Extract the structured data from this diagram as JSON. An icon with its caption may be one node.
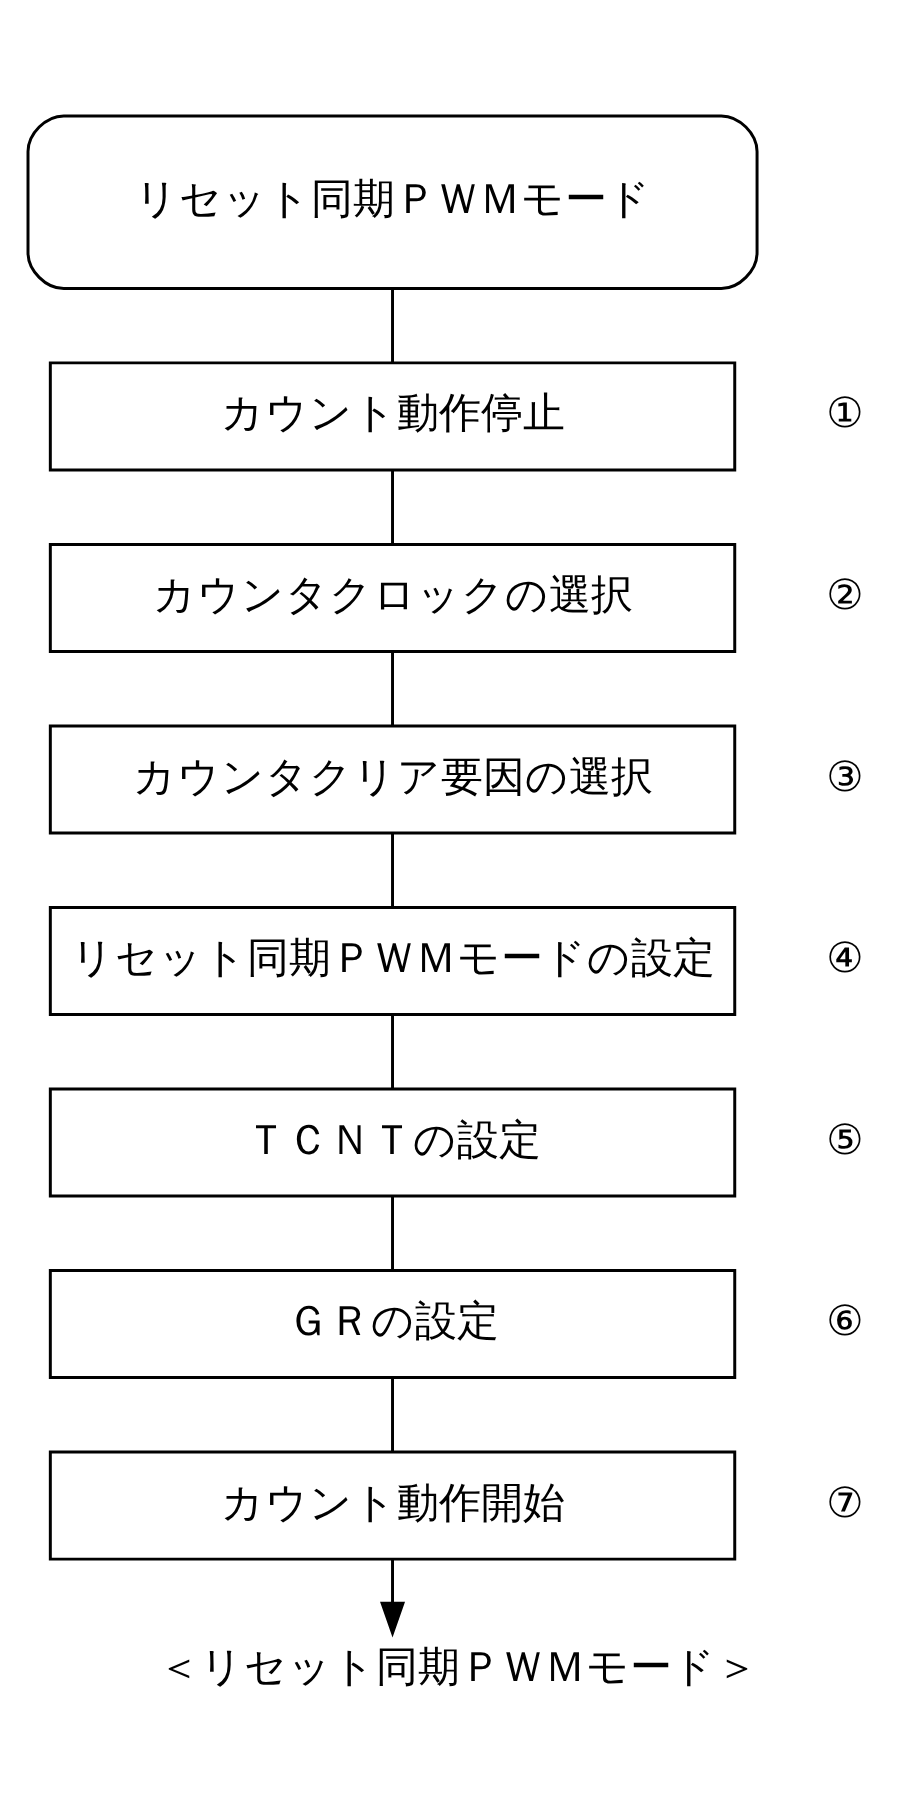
{
  "diagram": {
    "caption": "＜リセット同期ＰＷＭモード＞",
    "nodes": [
      {
        "text": [
          "リセット同期ＰＷＭモード"
        ]
      },
      {
        "text": [
          "カウント動作停止"
        ],
        "beside": [
          "①"
        ]
      },
      {
        "text": [
          "カウンタクロックの選択"
        ],
        "beside": [
          "②"
        ]
      },
      {
        "text": [
          "カウンタクリア要因の選択"
        ],
        "beside": [
          "③"
        ]
      },
      {
        "text": [
          "リセット同期ＰＷＭモードの設定"
        ],
        "beside": [
          "④"
        ]
      },
      {
        "text": [
          "ＴＣＮＴの設定"
        ],
        "beside": [
          "⑤"
        ]
      },
      {
        "text": [
          "ＧＲの設定"
        ],
        "beside": [
          "⑥"
        ]
      },
      {
        "text": [
          "カウント動作開始"
        ],
        "beside": [
          "⑦"
        ]
      }
    ],
    "edges": [
      {
        "from": 0,
        "to": 1,
        "arrow": "none"
      },
      {
        "from": 1,
        "to": 2,
        "arrow": "none"
      },
      {
        "from": 2,
        "to": 3,
        "arrow": "none"
      },
      {
        "from": 3,
        "to": 4,
        "arrow": "none"
      },
      {
        "from": 4,
        "to": 5,
        "arrow": "none"
      },
      {
        "from": 5,
        "to": 6,
        "arrow": "none"
      },
      {
        "from": 6,
        "to": 7,
        "arrow": "none"
      },
      {
        "from": 7,
        "to": null,
        "arrow": "to"
      }
    ]
  }
}
